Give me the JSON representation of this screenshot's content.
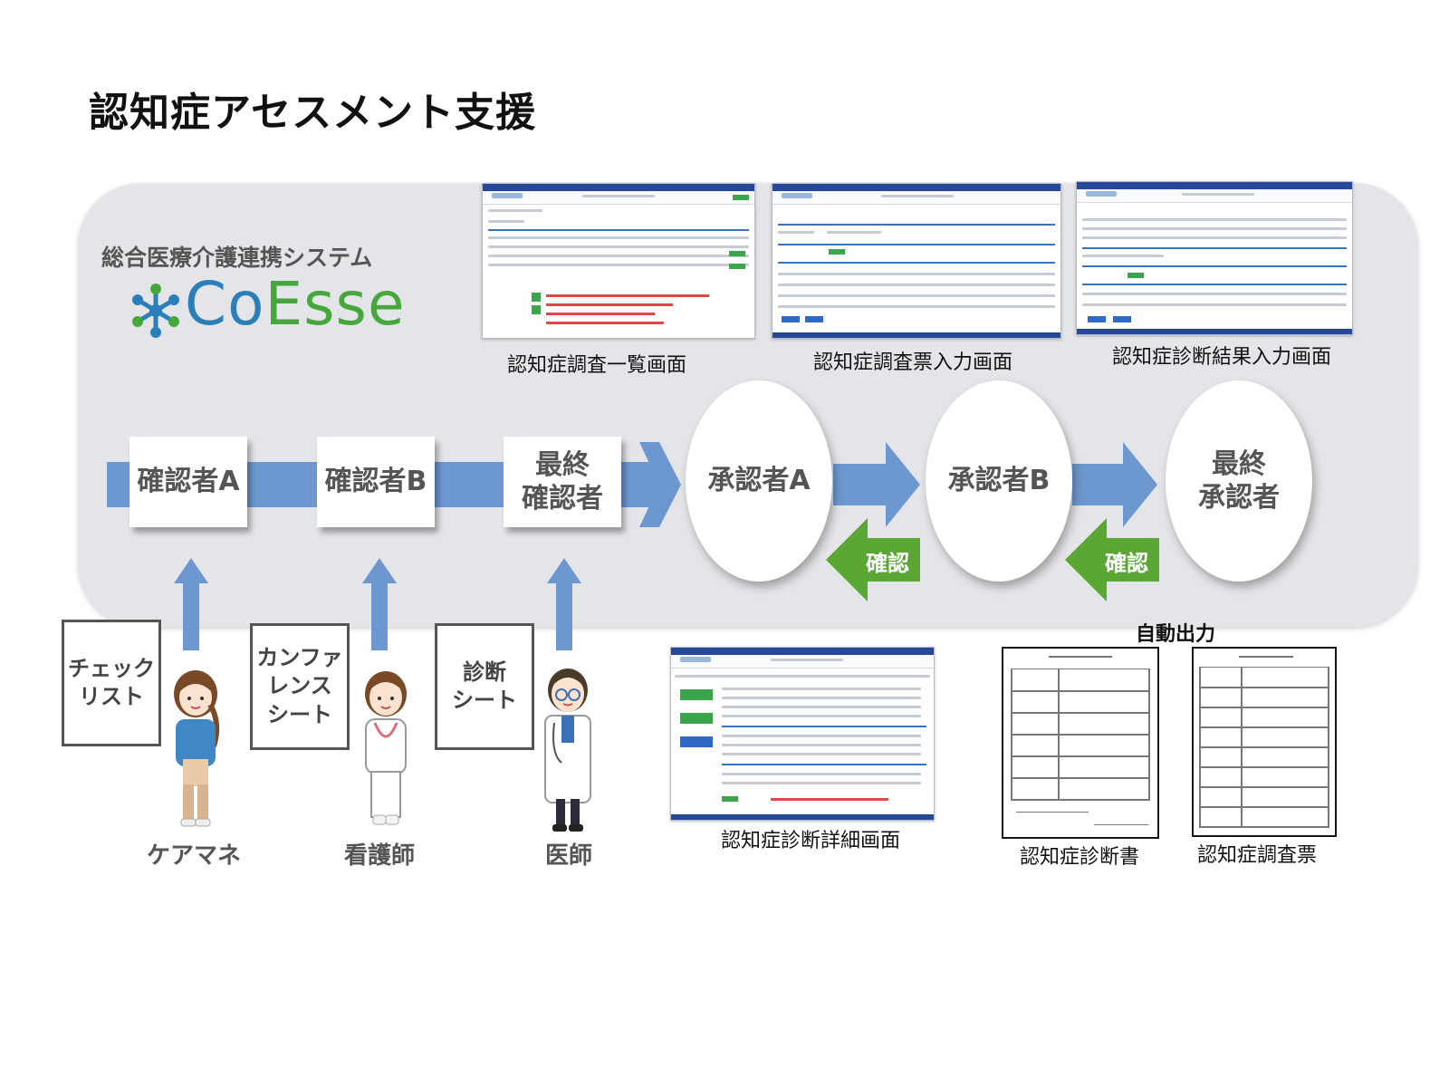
{
  "title": "認知症アセスメント支援",
  "system": {
    "name": "総合医療介護連携システム",
    "logo_left": "Co",
    "logo_right": "Esse"
  },
  "screens": {
    "list": "認知症調査一覧画面",
    "survey_input": "認知症調査票入力画面",
    "diagnosis_input": "認知症診断結果入力画面",
    "diagnosis_detail": "認知症診断詳細画面"
  },
  "flow": {
    "checker_a": "確認者A",
    "checker_b": "確認者B",
    "final_checker_line1": "最終",
    "final_checker_line2": "確認者",
    "approver_a": "承認者A",
    "approver_b": "承認者B",
    "final_approver_line1": "最終",
    "final_approver_line2": "承認者",
    "confirm_1": "確認",
    "confirm_2": "確認"
  },
  "inputs": {
    "doc1_line1": "チェック",
    "doc1_line2": "リスト",
    "doc2_line1": "カンファ",
    "doc2_line2": "レンス",
    "doc2_line3": "シート",
    "doc3_line1": "診断",
    "doc3_line2": "シート"
  },
  "roles": {
    "care_manager": "ケアマネ",
    "nurse": "看護師",
    "doctor": "医師"
  },
  "auto_output": {
    "label": "自動出力",
    "diagnosis_certificate": "認知症診断書",
    "survey_form": "認知症調査票"
  },
  "colors": {
    "flow_blue": "#6d98cf",
    "confirm_green": "#5aa735",
    "panel_gray": "#e4e5e8",
    "logo_blue": "#2b7fb8",
    "logo_green": "#46a83c"
  },
  "icons": [
    "coesse-logo-icon",
    "care-manager-icon",
    "nurse-icon",
    "doctor-icon"
  ]
}
